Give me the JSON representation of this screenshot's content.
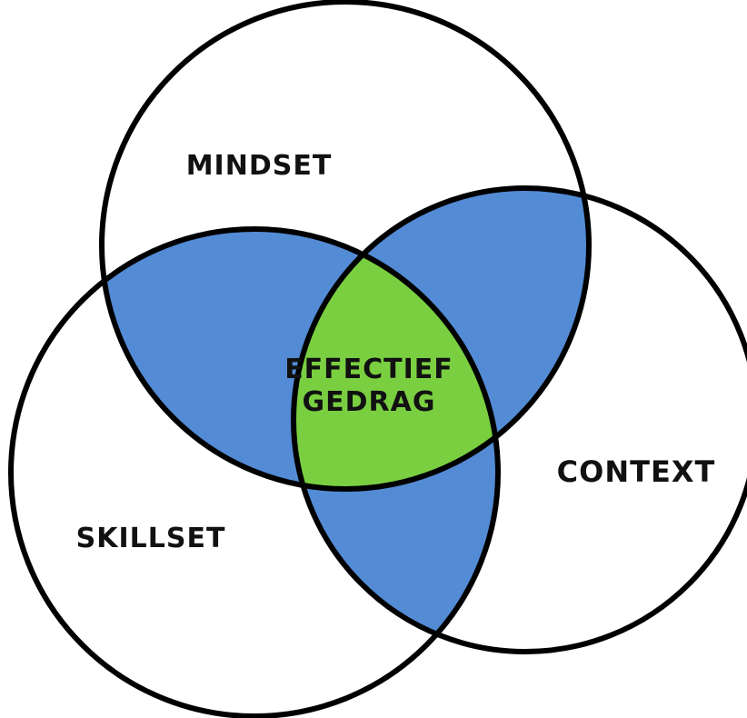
{
  "diagram": {
    "type": "venn",
    "sets": [
      {
        "id": "mindset",
        "label": "MINDSET"
      },
      {
        "id": "skillset",
        "label": "SKILLSET"
      },
      {
        "id": "context",
        "label": "CONTEXT"
      }
    ],
    "center": {
      "label_line1": "EFFECTIEF",
      "label_line2": "GEDRAG"
    },
    "colors": {
      "outline": "#000000",
      "circle_fill": "#ffffff",
      "pair_overlap": "#538BD5",
      "triple_overlap": "#7ACF41",
      "text": "#111111"
    }
  }
}
